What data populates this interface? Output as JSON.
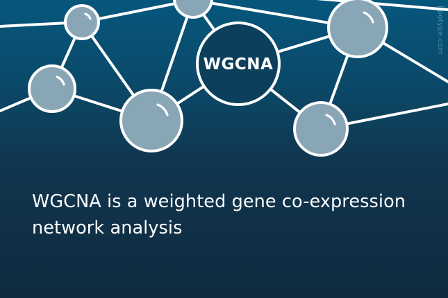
{
  "hub_label": "WGCNA",
  "headline": "WGCNA is a weighted gene co-expression network analysis",
  "watermark": "lipotype.com",
  "colors": {
    "background_top": "#06577d",
    "background_bottom": "#0f2a3e",
    "node_fill": "#89a6b7",
    "line": "#ffffff"
  }
}
